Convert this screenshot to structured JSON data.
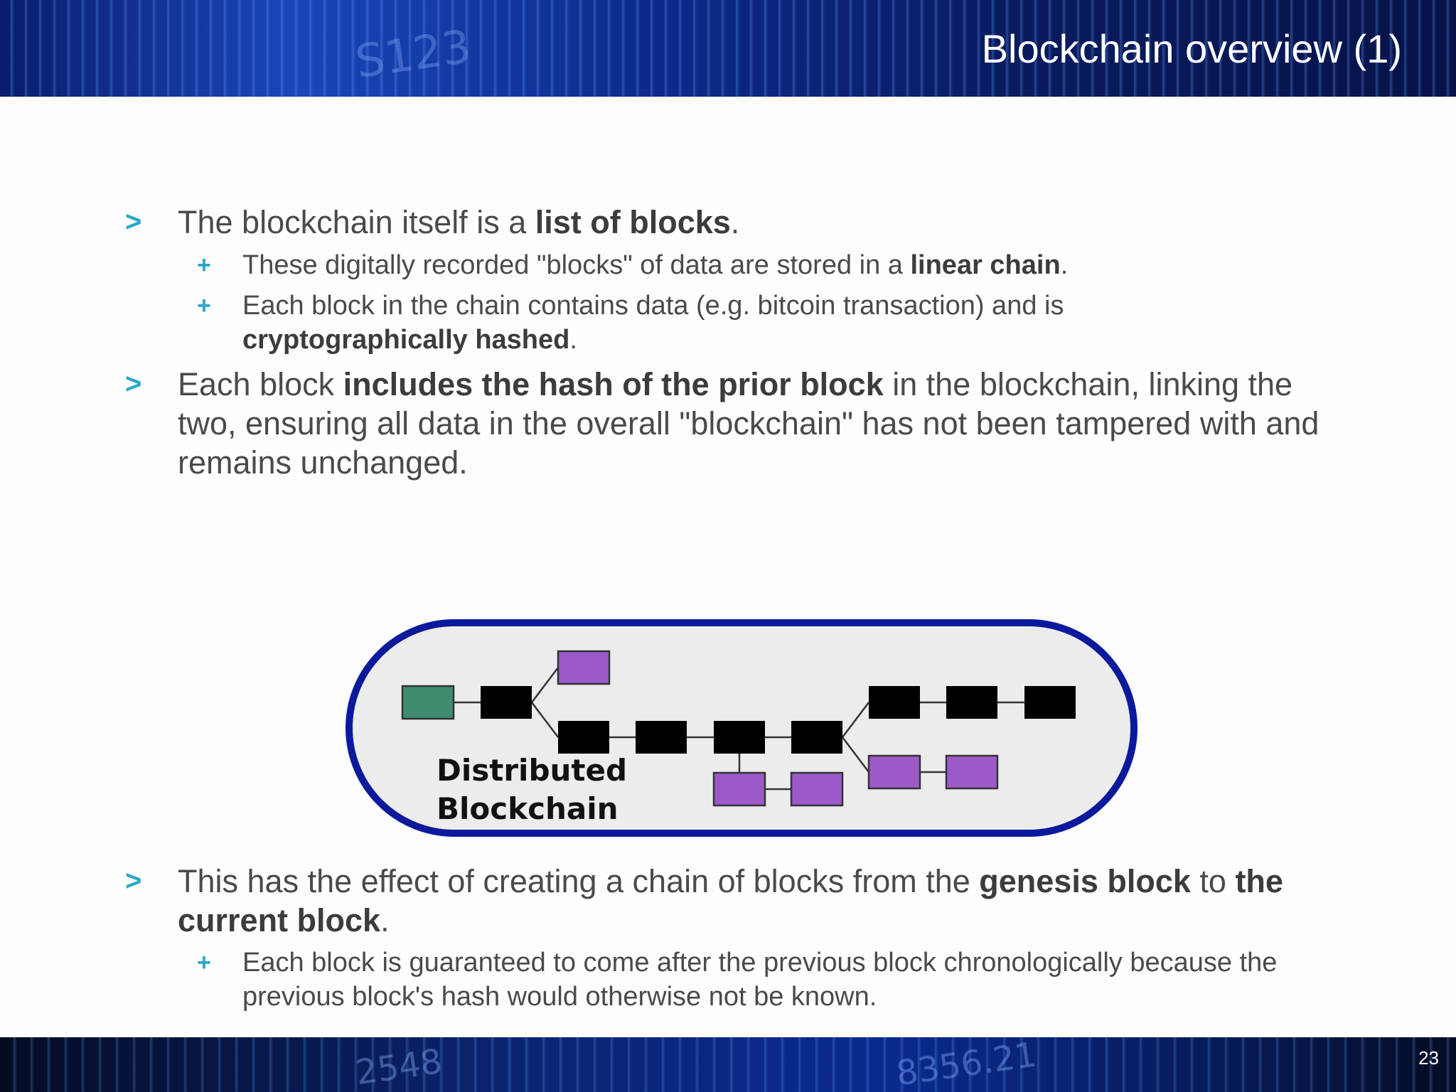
{
  "slide": {
    "title": "Blockchain overview (1)",
    "page_number": "23"
  },
  "header_ghost": "S123",
  "footer_ghost": [
    "2548",
    "8356.21"
  ],
  "bullets": [
    {
      "parts": [
        "The blockchain itself is a ",
        "list of blocks",
        "."
      ],
      "subs": [
        {
          "parts": [
            "These digitally recorded \"blocks\" of data are stored in a ",
            "linear chain",
            "."
          ]
        },
        {
          "parts": [
            "Each block in the chain contains data (e.g. bitcoin transaction) and is ",
            "cryptographically hashed",
            "."
          ]
        }
      ]
    },
    {
      "parts": [
        "Each block ",
        "includes the hash of the prior block",
        " in the blockchain, linking the two, ensuring all data in the overall \"blockchain\" has not been tampered with and remains unchanged."
      ]
    },
    {
      "parts": [
        "This has the effect of creating a chain of blocks from the ",
        "genesis block",
        " to ",
        "the current block",
        "."
      ],
      "subs": [
        {
          "parts": [
            "Each block is guaranteed to come after the previous block chronologically because the previous block's hash would otherwise not be known."
          ]
        }
      ]
    }
  ],
  "diagram": {
    "label_line1": "Distributed",
    "label_line2": "Blockchain",
    "colors": {
      "genesis": "#3f8c6e",
      "main_block": "#000000",
      "orphan_block": "#9b59c9",
      "border": "#0b1a9c",
      "fill": "#ececec"
    }
  },
  "colors": {
    "marker": "#2aa7c9",
    "text": "#4a4a4a"
  }
}
